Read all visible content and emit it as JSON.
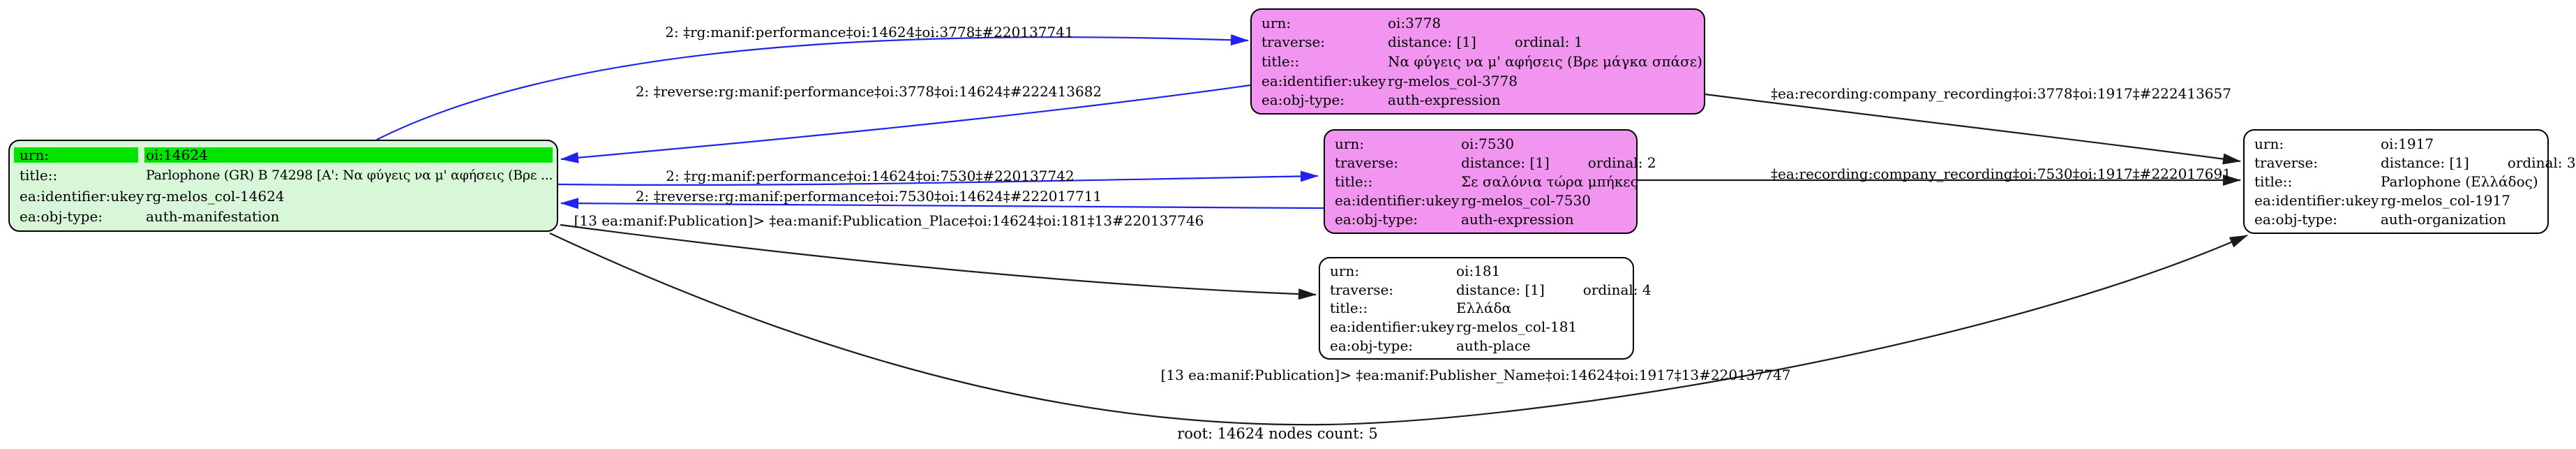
{
  "graph_label": "root: 14624 nodes count: 5",
  "colors": {
    "node_green_body": "#d8f6d8",
    "node_green_urn_highlight": "#00e400",
    "node_pink": "#f195f1",
    "node_white": "#ffffff",
    "edge_blue": "#2222ee",
    "edge_black": "#1a1a1a",
    "node_border": "#000000"
  },
  "nodes": {
    "n14624": {
      "rows": [
        {
          "label": "urn:",
          "value": "oi:14624"
        },
        {
          "label": "title::",
          "value": "Parlophone (GR) B 74298 [A': Να φύγεις να μ' αφήσεις (Βρε ..."
        },
        {
          "label": "ea:identifier:ukey",
          "value": "rg-melos_col-14624"
        },
        {
          "label": "ea:obj-type:",
          "value": "auth-manifestation"
        }
      ]
    },
    "n3778": {
      "rows": [
        {
          "label": "urn:",
          "value": "oi:3778"
        },
        {
          "label": "traverse:",
          "value": "distance: [1]",
          "value2": "ordinal: 1"
        },
        {
          "label": "title::",
          "value": "Να φύγεις να μ' αφήσεις (Βρε μάγκα σπάσε)"
        },
        {
          "label": "ea:identifier:ukey",
          "value": "rg-melos_col-3778"
        },
        {
          "label": "ea:obj-type:",
          "value": "auth-expression"
        }
      ]
    },
    "n7530": {
      "rows": [
        {
          "label": "urn:",
          "value": "oi:7530"
        },
        {
          "label": "traverse:",
          "value": "distance: [1]",
          "value2": "ordinal: 2"
        },
        {
          "label": "title::",
          "value": "Σε σαλόνια τώρα μπήκες"
        },
        {
          "label": "ea:identifier:ukey",
          "value": "rg-melos_col-7530"
        },
        {
          "label": "ea:obj-type:",
          "value": "auth-expression"
        }
      ]
    },
    "n181": {
      "rows": [
        {
          "label": "urn:",
          "value": "oi:181"
        },
        {
          "label": "traverse:",
          "value": "distance: [1]",
          "value2": "ordinal: 4"
        },
        {
          "label": "title::",
          "value": "Ελλάδα"
        },
        {
          "label": "ea:identifier:ukey",
          "value": "rg-melos_col-181"
        },
        {
          "label": "ea:obj-type:",
          "value": "auth-place"
        }
      ]
    },
    "n1917": {
      "rows": [
        {
          "label": "urn:",
          "value": "oi:1917"
        },
        {
          "label": "traverse:",
          "value": "distance: [1]",
          "value2": "ordinal: 3"
        },
        {
          "label": "title::",
          "value": "Parlophone (Ελλάδος)"
        },
        {
          "label": "ea:identifier:ukey",
          "value": "rg-melos_col-1917"
        },
        {
          "label": "ea:obj-type:",
          "value": "auth-organization"
        }
      ]
    }
  },
  "edge_labels": {
    "perf_3778": "2: ‡rg:manif:performance‡oi:14624‡oi:3778‡#220137741",
    "rev_3778": "2: ‡reverse:rg:manif:performance‡oi:3778‡oi:14624‡#222413682",
    "perf_7530": "2: ‡rg:manif:performance‡oi:14624‡oi:7530‡#220137742",
    "rev_7530": "2: ‡reverse:rg:manif:performance‡oi:7530‡oi:14624‡#222017711",
    "pub_place": "[13 ea:manif:Publication]> ‡ea:manif:Publication_Place‡oi:14624‡oi:181‡13#220137746",
    "rec_3778": "‡ea:recording:company_recording‡oi:3778‡oi:1917‡#222413657",
    "rec_7530": "‡ea:recording:company_recording‡oi:7530‡oi:1917‡#222017691",
    "pub_name": "[13 ea:manif:Publication]> ‡ea:manif:Publisher_Name‡oi:14624‡oi:1917‡13#220137747"
  }
}
